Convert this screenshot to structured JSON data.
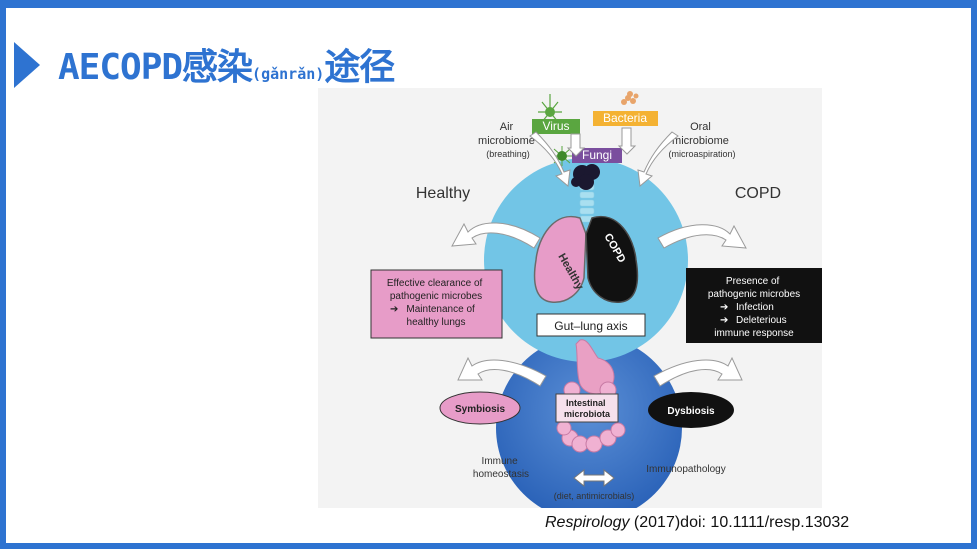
{
  "colors": {
    "accent": "#2e73d1",
    "healthy_pink": "#e79cc8",
    "lung_blue": "#72c5e6",
    "gut_blue": "#2f6ec2",
    "virus_green": "#5aa640",
    "bacteria_orange": "#f4b233",
    "fungi_purple": "#7a4e9e"
  },
  "title": {
    "main": "AECOPD感染",
    "pinyin": "(gǎnrǎn)",
    "tail": "途径"
  },
  "figure": {
    "pathogens": {
      "virus": "Virus",
      "bacteria": "Bacteria",
      "fungi": "Fungi"
    },
    "air_microbiome": {
      "line1": "Air",
      "line2": "microbiome",
      "line3": "(breathing)"
    },
    "oral_microbiome": {
      "line1": "Oral",
      "line2": "microbiome",
      "line3": "(microaspiration)"
    },
    "healthy_heading": "Healthy",
    "copd_heading": "COPD",
    "lung_healthy": "Healthy",
    "lung_copd": "COPD",
    "healthy_box": {
      "line1": "Effective clearance of",
      "line2": "pathogenic microbes",
      "line3": "Maintenance of",
      "line4": "healthy lungs"
    },
    "copd_box": {
      "line1": "Presence of",
      "line2": "pathogenic microbes",
      "line3": "Infection",
      "line4": "Deleterious",
      "line5": "immune response"
    },
    "gut_lung_axis": "Gut–lung axis",
    "symbiosis": "Symbiosis",
    "dysbiosis": "Dysbiosis",
    "intestinal": {
      "line1": "Intestinal",
      "line2": "microbiota"
    },
    "immune_homeostasis": {
      "line1": "Immune",
      "line2": "homeostasis"
    },
    "immunopathology": "Immunopathology",
    "diet_note": "(diet, antimicrobials)"
  },
  "citation": {
    "journal": "Respirology",
    "rest": " (2017)doi: 10.1111/resp.13032"
  }
}
